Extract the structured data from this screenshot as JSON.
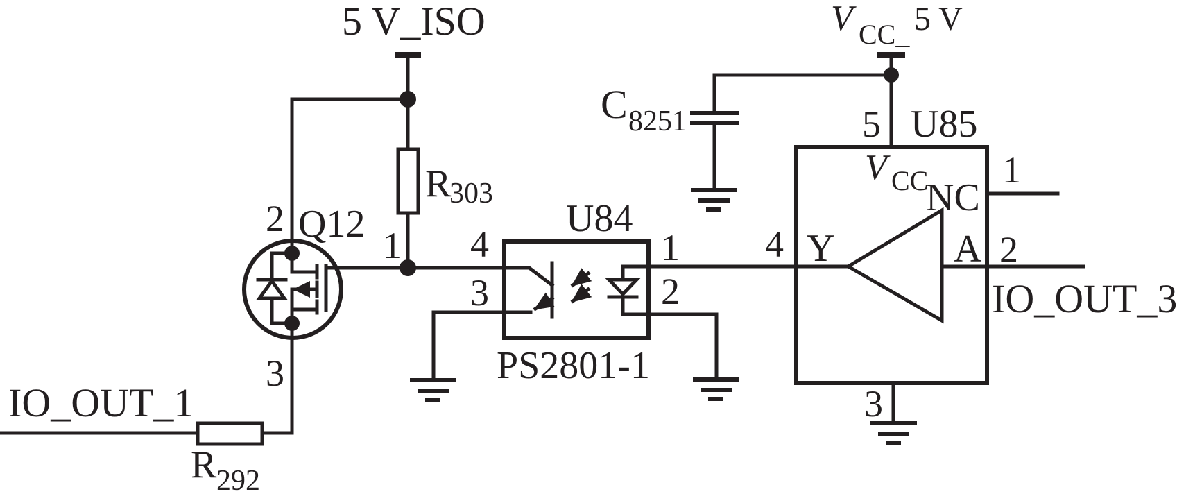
{
  "diagram_type": "circuit-schematic",
  "colors": {
    "ink": "#231f20",
    "background": "#ffffff"
  },
  "nets": {
    "iso_5v": "5 V_ISO",
    "vcc": {
      "v": "V",
      "sub": "CC_",
      "tail": "5 V"
    },
    "io_out_1": "IO_OUT_1",
    "io_out_3": "IO_OUT_3"
  },
  "components": {
    "q12": {
      "ref": "Q12",
      "pin_drain": "2",
      "pin_gate": "1",
      "pin_source": "3"
    },
    "r303": {
      "prefix": "R",
      "sub": "303"
    },
    "r292": {
      "prefix": "R",
      "sub": "292"
    },
    "c8251": {
      "prefix": "C",
      "sub": "8251"
    },
    "u84": {
      "ref": "U84",
      "part": "PS2801-1",
      "pin1": "1",
      "pin2": "2",
      "pin3": "3",
      "pin4": "4"
    },
    "u85": {
      "ref": "U85",
      "pin1": "1",
      "pin2": "2",
      "pin3": "3",
      "pin4": "4",
      "pin5": "5",
      "vcc_v": "V",
      "vcc_sub": "CC",
      "nc": "NC",
      "y": "Y",
      "a": "A"
    }
  }
}
